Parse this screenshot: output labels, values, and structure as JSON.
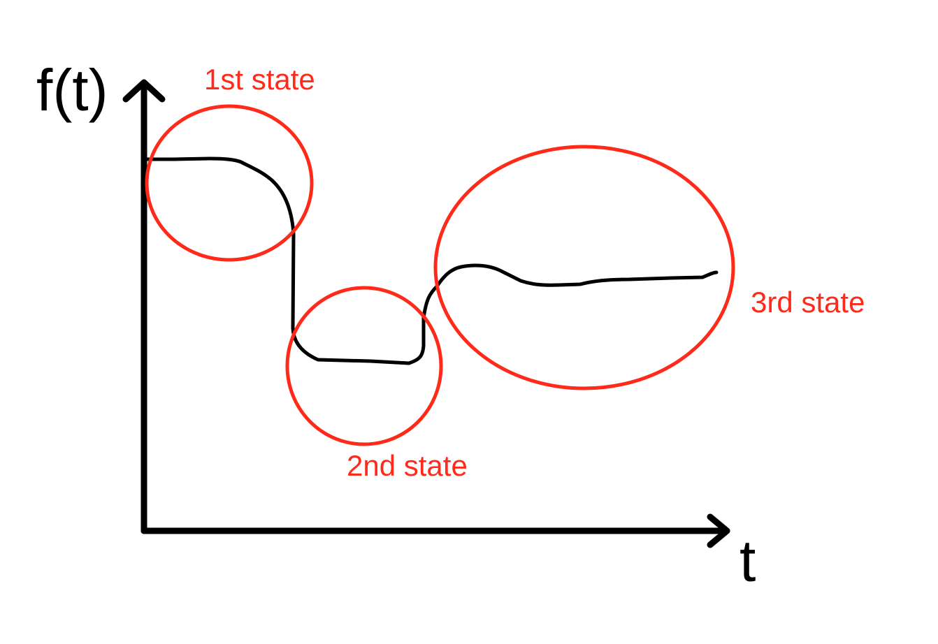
{
  "axes": {
    "y_label": "f(t)",
    "x_label": "t"
  },
  "states": [
    {
      "label": "1st state"
    },
    {
      "label": "2nd state"
    },
    {
      "label": "3rd state"
    }
  ],
  "colors": {
    "curve": "#000000",
    "axes": "#000000",
    "state_highlight": "#ff2a1a",
    "background": "#ffffff"
  }
}
